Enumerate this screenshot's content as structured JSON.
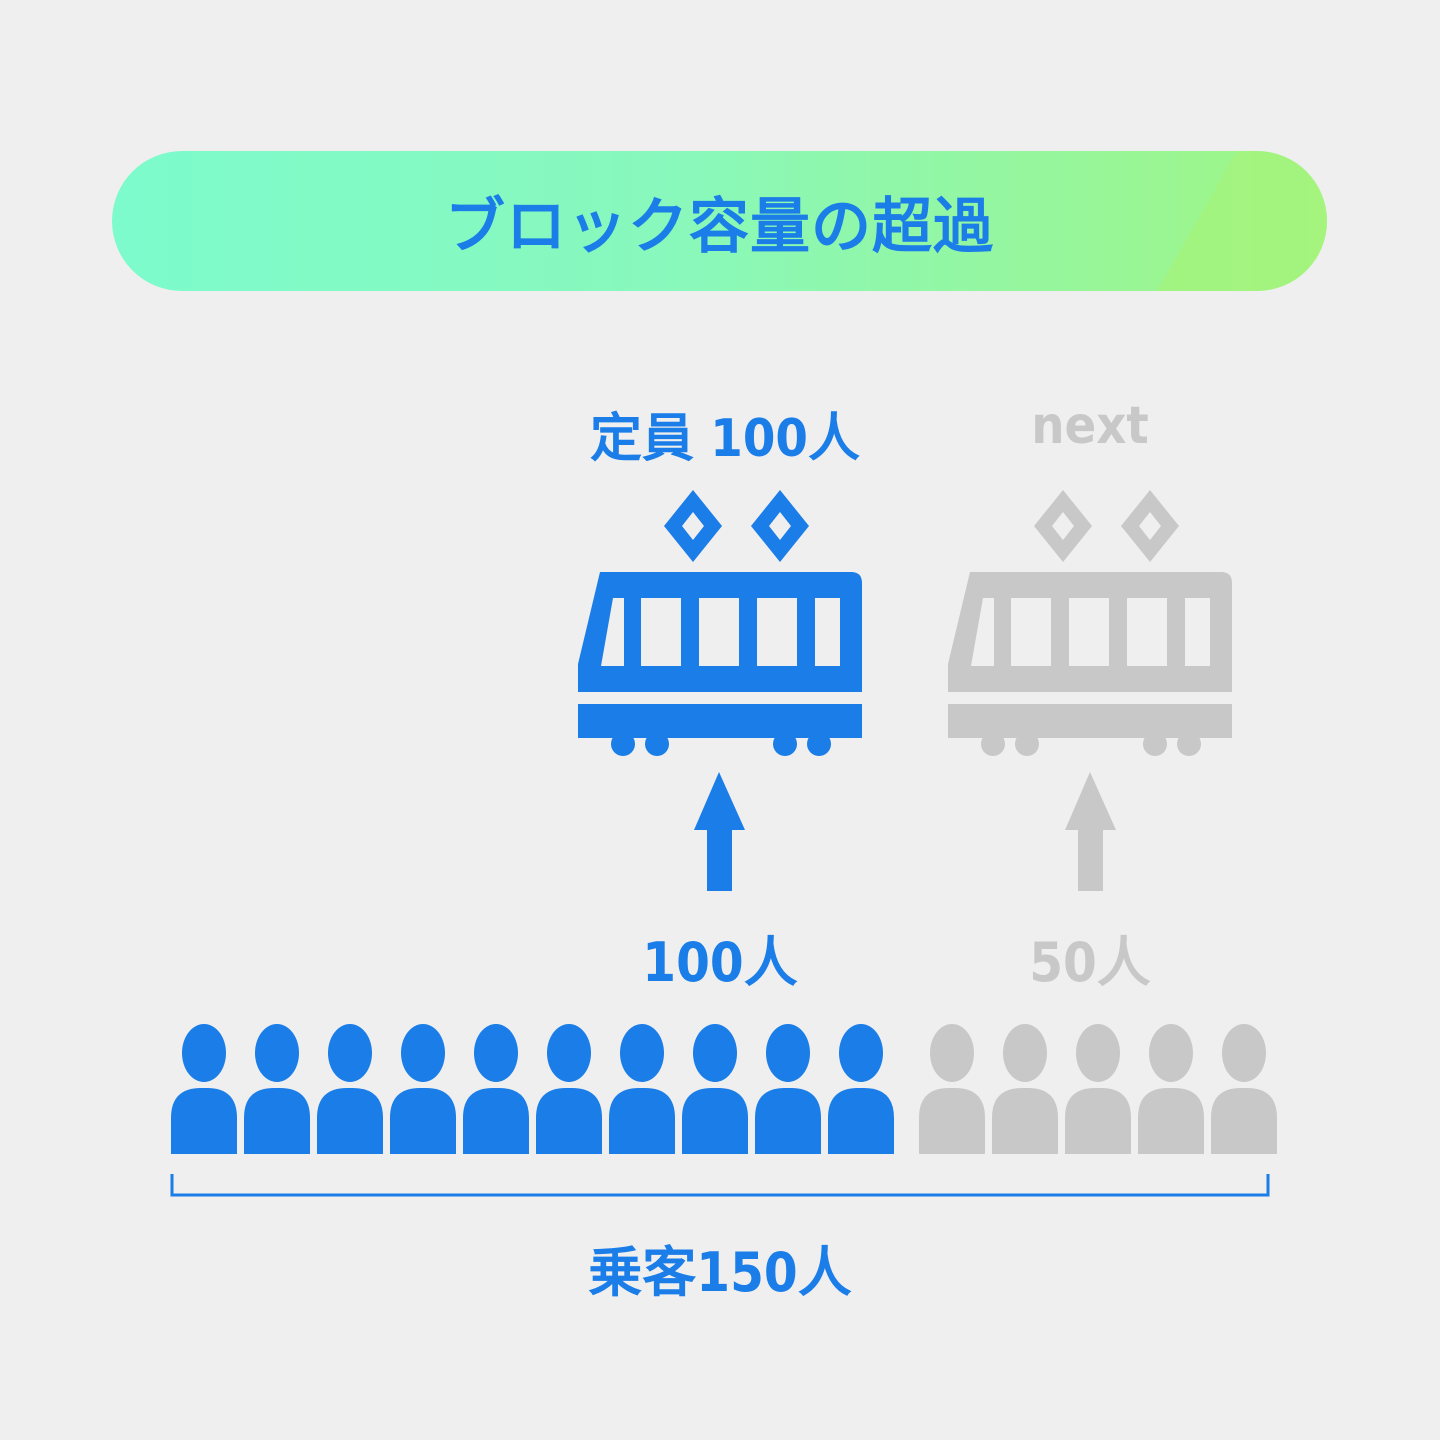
{
  "title": "ブロック容量の超過",
  "train_current": {
    "capacity_label": "定員 100人",
    "boarding_label": "100人"
  },
  "train_next": {
    "name_label": "next",
    "boarding_label": "50人"
  },
  "passengers": {
    "total_label": "乗客150人",
    "boarded_count": 10,
    "waiting_count": 5
  },
  "colors": {
    "blue": "#1a7de8",
    "grey": "#c8c8c8",
    "background": "#efefef"
  }
}
